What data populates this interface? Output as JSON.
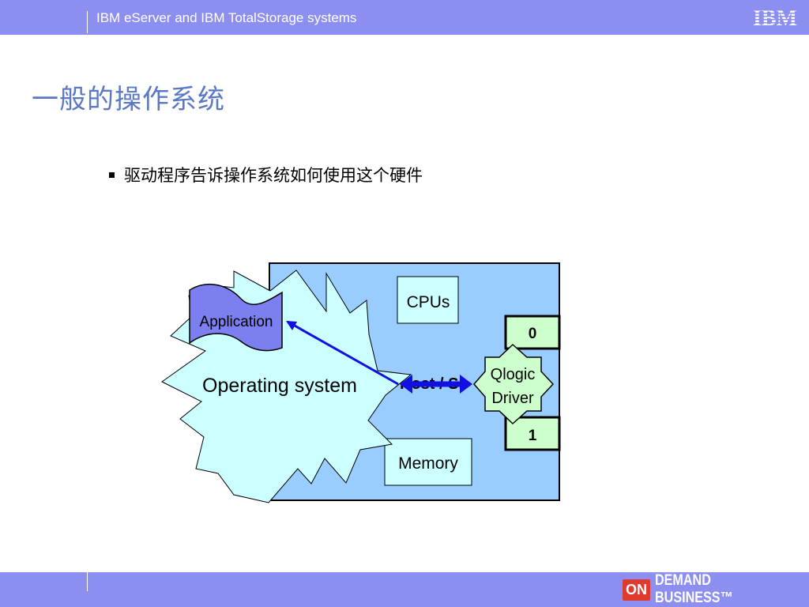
{
  "header": {
    "title": "IBM eServer and IBM TotalStorage systems",
    "logo_text": "IBM"
  },
  "slide": {
    "title": "一般的操作系统",
    "bullet": "驱动程序告诉操作系统如何使用这个硬件"
  },
  "diagram": {
    "os_label": "Operating system",
    "application_label": "Application",
    "cpus_label": "CPUs",
    "memory_label": "Memory",
    "host_label": "Host / Se",
    "driver_label_line1": "Qlogic",
    "driver_label_line2": "Driver",
    "port0_label": "0",
    "port1_label": "1"
  },
  "footer": {
    "on_label": "ON",
    "brand_label": "DEMAND BUSINESS™"
  },
  "colors": {
    "bar": "#8c8ff0",
    "title": "#5b78c4",
    "server_box": "#99ccff",
    "starburst": "#ccffff",
    "application": "#7b7ff0",
    "port": "#ccffcc",
    "arrow": "#1010e0"
  }
}
